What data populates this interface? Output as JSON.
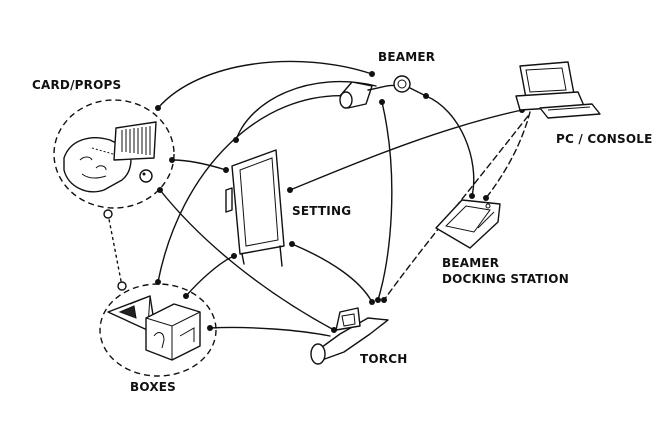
{
  "diagram": {
    "labels": {
      "card_props": "CARD/PROPS",
      "beamer": "BEAMER",
      "pc_console": "PC / CONSOLE",
      "setting": "SETTING",
      "beamer_docking_line1": "BEAMER",
      "beamer_docking_line2": "DOCKING STATION",
      "torch": "TORCH",
      "boxes": "BOXES"
    },
    "nodes": [
      "CARD/PROPS",
      "BEAMER",
      "PC / CONSOLE",
      "SETTING",
      "BEAMER DOCKING STATION",
      "TORCH",
      "BOXES"
    ],
    "connections": [
      {
        "from": "CARD/PROPS",
        "to": "BEAMER",
        "style": "solid"
      },
      {
        "from": "CARD/PROPS",
        "to": "SETTING",
        "style": "solid"
      },
      {
        "from": "CARD/PROPS",
        "to": "TORCH",
        "style": "solid"
      },
      {
        "from": "CARD/PROPS",
        "to": "BOXES",
        "style": "dotted"
      },
      {
        "from": "BEAMER",
        "to": "SETTING",
        "style": "solid"
      },
      {
        "from": "BEAMER",
        "to": "TORCH",
        "style": "solid"
      },
      {
        "from": "BEAMER",
        "to": "BEAMER DOCKING STATION",
        "style": "solid"
      },
      {
        "from": "BEAMER",
        "to": "BOXES",
        "style": "solid"
      },
      {
        "from": "PC / CONSOLE",
        "to": "SETTING",
        "style": "solid"
      },
      {
        "from": "PC / CONSOLE",
        "to": "BEAMER DOCKING STATION",
        "style": "dashed"
      },
      {
        "from": "PC / CONSOLE",
        "to": "TORCH",
        "style": "dashed"
      },
      {
        "from": "SETTING",
        "to": "TORCH",
        "style": "solid"
      },
      {
        "from": "SETTING",
        "to": "BOXES",
        "style": "solid"
      },
      {
        "from": "BOXES",
        "to": "TORCH",
        "style": "solid"
      }
    ]
  }
}
